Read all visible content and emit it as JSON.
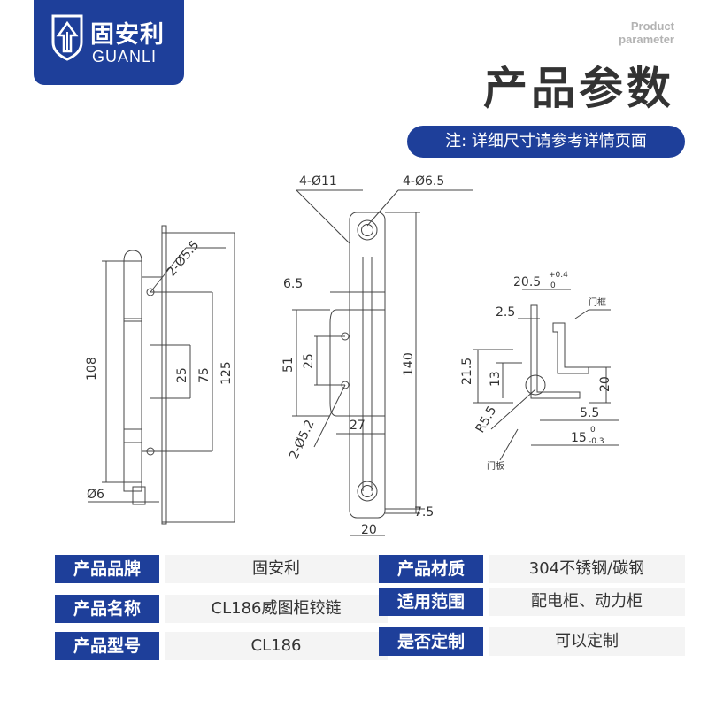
{
  "brand": {
    "name_cn": "固安利",
    "name_en": "GUANLI"
  },
  "header": {
    "sub_en_line1": "Product",
    "sub_en_line2": "parameter",
    "title": "产品参数"
  },
  "note": "注: 详细尺寸请参考详情页面",
  "drawing": {
    "labels": [
      "4-Ø11",
      "4-Ø6.5",
      "2-Ø5.5",
      "6.5",
      "20.5",
      "+0.4",
      "0",
      "2.5",
      "门框",
      "108",
      "25",
      "75",
      "125",
      "51",
      "140",
      "21.5",
      "13",
      "20",
      "R5.5",
      "2-Ø5.2",
      "27",
      "5.5",
      "15",
      "-0.3",
      "门板",
      "Ø6",
      "7.5",
      "20"
    ]
  },
  "specs": [
    {
      "label": "产品品牌",
      "value": "固安利"
    },
    {
      "label": "产品材质",
      "value": "304不锈钢/碳钢"
    },
    {
      "label": "产品名称",
      "value": "CL186威图柜铰链"
    },
    {
      "label": "适用范围",
      "value": "配电柜、动力柜"
    },
    {
      "label": "产品型号",
      "value": "CL186"
    },
    {
      "label": "是否定制",
      "value": "可以定制"
    }
  ]
}
